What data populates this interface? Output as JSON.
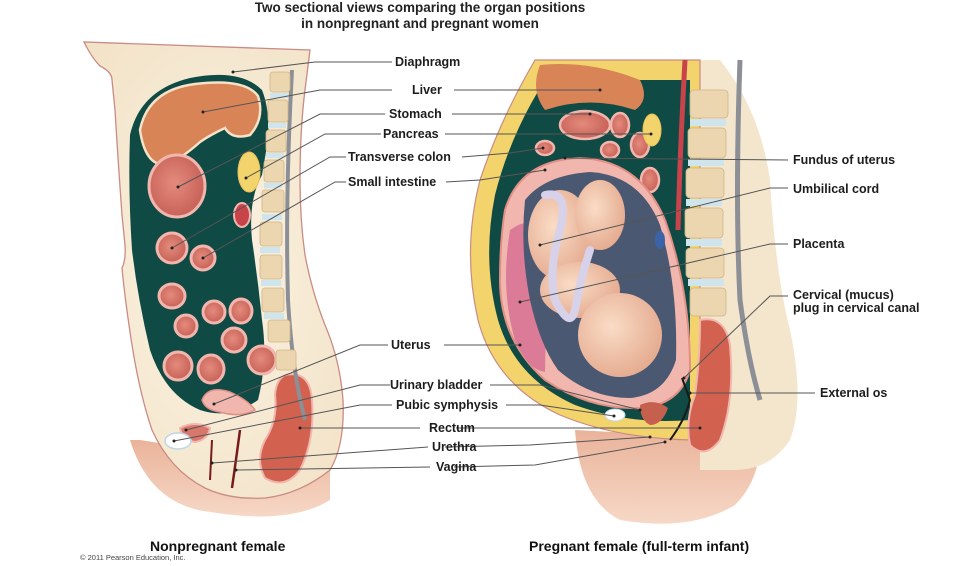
{
  "title": {
    "line1": "Two sectional views comparing the organ positions",
    "line2": "in nonpregnant and pregnant women"
  },
  "center_labels": [
    {
      "id": "diaphragm",
      "text": "Diaphragm"
    },
    {
      "id": "liver",
      "text": "Liver"
    },
    {
      "id": "stomach",
      "text": "Stomach"
    },
    {
      "id": "pancreas",
      "text": "Pancreas"
    },
    {
      "id": "transverse-colon",
      "text": "Transverse colon"
    },
    {
      "id": "small-intestine",
      "text": "Small intestine"
    },
    {
      "id": "uterus",
      "text": "Uterus"
    },
    {
      "id": "urinary-bladder",
      "text": "Urinary bladder"
    },
    {
      "id": "pubic-symphysis",
      "text": "Pubic symphysis"
    },
    {
      "id": "rectum",
      "text": "Rectum"
    },
    {
      "id": "urethra",
      "text": "Urethra"
    },
    {
      "id": "vagina",
      "text": "Vagina"
    }
  ],
  "right_labels": [
    {
      "id": "fundus-of-uterus",
      "text": "Fundus of uterus"
    },
    {
      "id": "umbilical-cord",
      "text": "Umbilical cord"
    },
    {
      "id": "placenta",
      "text": "Placenta"
    },
    {
      "id": "cervical-plug",
      "text": "Cervical (mucus) plug in cervical canal"
    },
    {
      "id": "external-os",
      "text": "External os"
    }
  ],
  "captions": {
    "left": "Nonpregnant female",
    "right": "Pregnant female (full-term infant)"
  },
  "copyright": "© 2011 Pearson Education, Inc.",
  "colors": {
    "skin": "#f7ecd8",
    "skin_outline": "#c98b86",
    "peritoneum": "#0f4a44",
    "organ": "#d9776a",
    "organ_rim": "#f1b7ae",
    "liver": "#d88457",
    "fat": "#f3d36b",
    "vertebra": "#ecd6b0",
    "disc": "#cfe5ee",
    "amniotic": "#4a5872",
    "fetus": "#f0c6aa",
    "placenta": "#dc7b98",
    "leader": "#555555"
  }
}
